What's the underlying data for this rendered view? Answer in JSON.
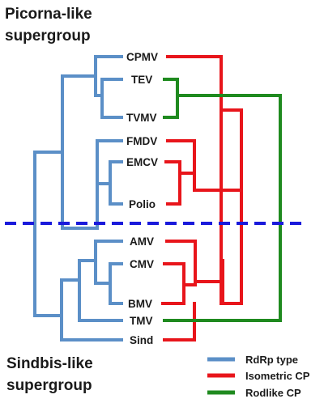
{
  "groups": {
    "top": {
      "line1": "Picorna-like",
      "line2": "supergroup"
    },
    "bottom": {
      "line1": "Sindbis-like",
      "line2": "supergroup"
    }
  },
  "taxa": {
    "cpmv": "CPMV",
    "tev": "TEV",
    "tvmv": "TVMV",
    "fmdv": "FMDV",
    "emcv": "EMCV",
    "polio": "Polio",
    "amv": "AMV",
    "cmv": "CMV",
    "bmv": "BMV",
    "tmv": "TMV",
    "sind": "Sind"
  },
  "legend": {
    "rdrp": {
      "label": "RdRp type",
      "color": "#5b8fc7"
    },
    "isometric": {
      "label": "Isometric CP",
      "color": "#e8151b"
    },
    "rodlike": {
      "label": "Rodlike CP",
      "color": "#1f8a1f"
    }
  },
  "divider": {
    "color": "#1a1adb"
  }
}
